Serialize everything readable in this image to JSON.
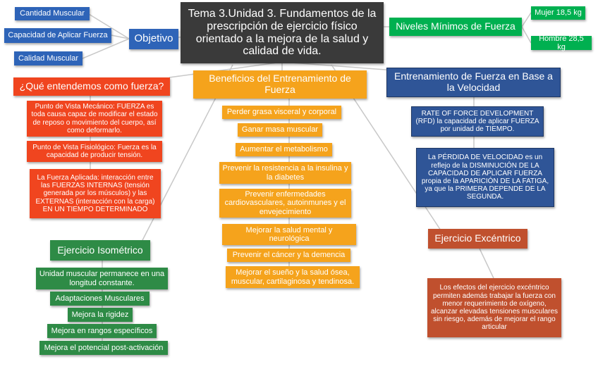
{
  "central_title": "Tema 3.Unidad 3. Fundamentos de la prescripción de ejercicio físico orientado a la mejora de la salud y calidad de vida.",
  "objetivo": {
    "title": "Objetivo",
    "items": [
      "Cantidad Muscular",
      "Capacidad de Aplicar Fuerza",
      "Calidad Muscular"
    ]
  },
  "niveles": {
    "title": "Niveles Mínimos de Fuerza",
    "items": [
      "Mujer 18,5 kg",
      "Hombre 28,5 kg"
    ]
  },
  "que_fuerza": {
    "title": "¿Qué entendemos como fuerza?",
    "items": [
      "Punto de Vista Mecánico: FUERZA es toda causa capaz de modificar el estado de reposo o movimiento del cuerpo, así como deformarlo.",
      "Punto de Vista Fisiológico: Fuerza es la capacidad de producir tensión.",
      "La Fuerza Aplicada: interacción entre las FUERZAS INTERNAS (tensión generada por los músculos) y las EXTERNAS (interacción con la carga) EN UN TIEMPO DETERMINADO"
    ]
  },
  "beneficios": {
    "title": "Beneficios del Entrenamiento de Fuerza",
    "items": [
      "Perder grasa visceral y corporal",
      "Ganar masa muscular",
      "Aumentar el metabolismo",
      "Prevenir la resistencia a la insulina y la diabetes",
      "Prevenir enfermedades cardiovasculares, autoinmunes y el envejecimiento",
      "Mejorar la salud mental y neurológica",
      "Prevenir el cáncer y la demencia",
      "Mejorar el sueño y la salud ósea, muscular, cartilaginosa y tendinosa."
    ]
  },
  "velocidad": {
    "title": "Entrenamiento de Fuerza en Base a la Velocidad",
    "items": [
      "RATE OF FORCE DEVELOPMENT (RFD) la capacidad de aplicar FUERZA por unidad de TIEMPO.",
      "La PÉRDIDA DE VELOCIDAD es un reflejo de la DISMINUCIÓN DE LA CAPACIDAD DE APLICAR FUERZA propia de la APARICIÓN DE LA FATIGA, ya que la PRIMERA DEPENDE DE LA SEGUNDA."
    ]
  },
  "isometrico": {
    "title": "Ejercicio Isométrico",
    "items": [
      "Unidad muscular permanece en una longitud constante.",
      "Adaptaciones Musculares",
      "Mejora la rigidez",
      "Mejora en rangos específicos",
      "Mejora el potencial post-activación"
    ]
  },
  "excentrico": {
    "title": "Ejercicio Excéntrico",
    "items": [
      "Los efectos del ejercicio excéntrico permiten además trabajar la fuerza con menor requerimiento de oxígeno, alcanzar elevadas tensiones musculares sin riesgo, además de mejorar el rango articular"
    ]
  }
}
